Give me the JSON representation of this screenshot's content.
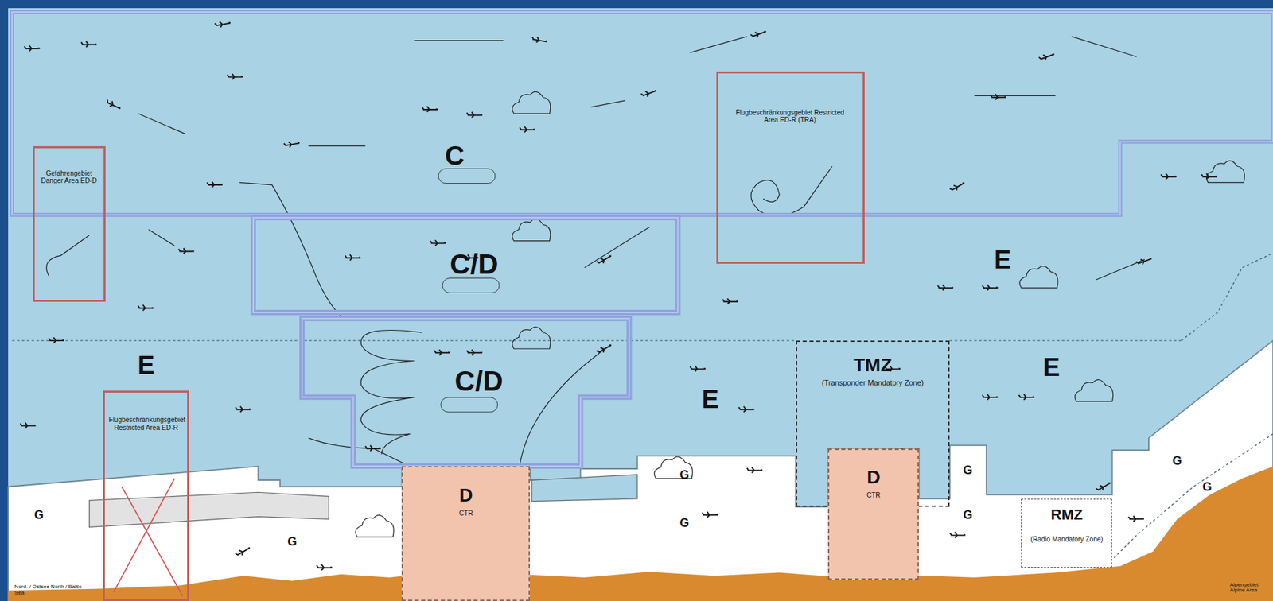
{
  "diagram": {
    "nodes": [
      {
        "text": [
          "C"
        ]
      },
      {
        "text": [
          "Gefahrengebiet Danger Area ED-D"
        ]
      },
      {
        "text": [
          "Flugbeschränkungsgebiet Restricted Area ED-R (TRA)"
        ]
      },
      {
        "text": [
          "C/D"
        ]
      },
      {
        "text": [
          "C/D"
        ]
      },
      {
        "text": [
          "Flugbeschränkungsgebiet Restricted Area ED-R"
        ]
      },
      {
        "text": [
          "TMZ",
          "(Transponder Mandatory Zone)"
        ]
      },
      {
        "text": [
          "D",
          "CTR"
        ]
      },
      {
        "text": [
          "D",
          "CTR"
        ]
      },
      {
        "text": [
          "RMZ",
          "(Radio Mandatory Zone)"
        ]
      }
    ],
    "labels": [
      "E",
      "E",
      "E",
      "E",
      "G",
      "G",
      "G",
      "G",
      "G",
      "G",
      "G",
      "G",
      "Nord- / Ostsee North / Baltic Sea",
      "Alpengebiet Alpine Area"
    ]
  }
}
